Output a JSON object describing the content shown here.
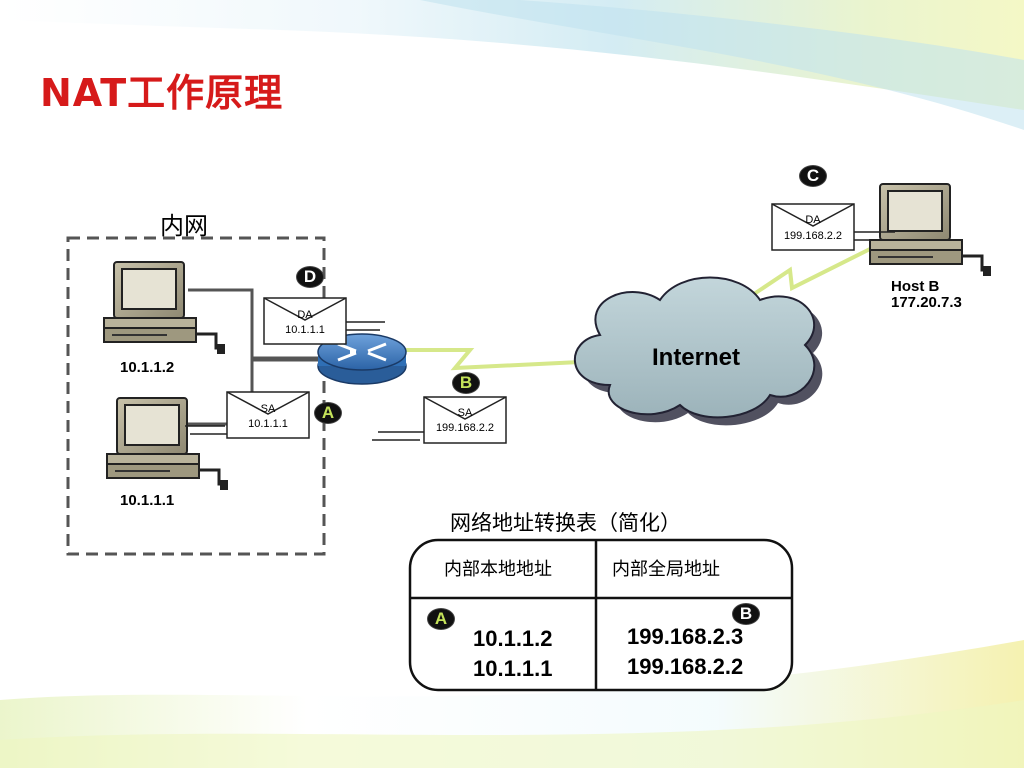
{
  "title": "NAT工作原理",
  "lan_label": "内网",
  "internet_label": "Internet",
  "hosts": {
    "pc_top": "10.1.1.2",
    "pc_bottom": "10.1.1.1",
    "host_b_name": "Host B",
    "host_b_ip": "177.20.7.3"
  },
  "packets": {
    "D": {
      "field": "DA",
      "addr": "10.1.1.1"
    },
    "A": {
      "field": "SA",
      "addr": "10.1.1.1"
    },
    "B": {
      "field": "SA",
      "addr": "199.168.2.2"
    },
    "C": {
      "field": "DA",
      "addr": "199.168.2.2"
    }
  },
  "badges": {
    "A": "A",
    "B": "B",
    "C": "C",
    "D": "D"
  },
  "table": {
    "caption": "网络地址转换表（简化）",
    "col_local": "内部本地地址",
    "col_global": "内部全局地址",
    "badge_left": "A",
    "badge_right": "B",
    "local_rows": [
      "10.1.1.2",
      "10.1.1.1"
    ],
    "global_rows": [
      "199.168.2.3",
      "199.168.2.2"
    ]
  },
  "colors": {
    "title": "#d61a1a",
    "badge_green": "#c5e35a",
    "link_green": "#d6e88a",
    "cloud": "#a9c1c8",
    "router": "#2f6fb5"
  },
  "icons": [
    "computer-icon",
    "router-icon",
    "cloud-icon",
    "envelope-icon"
  ]
}
